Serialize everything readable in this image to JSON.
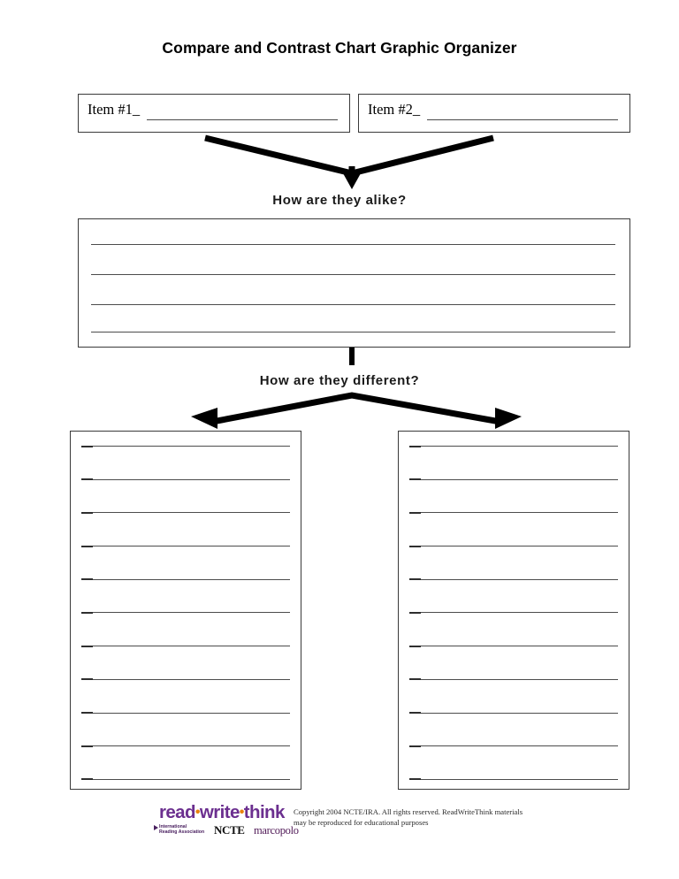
{
  "document": {
    "title": "Compare and Contrast Chart Graphic Organizer"
  },
  "items": [
    {
      "label": "Item #1_",
      "name": "item-1"
    },
    {
      "label": "Item #2_",
      "name": "item-2"
    }
  ],
  "questions": {
    "alike": "How are they alike?",
    "different": "How are they different?"
  },
  "alike_box": {
    "line_count": 4,
    "lines": [
      "",
      "",
      "",
      ""
    ]
  },
  "different_boxes": [
    {
      "name": "differences-left",
      "line_count": 11,
      "lines": [
        "",
        "",
        "",
        "",
        "",
        "",
        "",
        "",
        "",
        "",
        ""
      ]
    },
    {
      "name": "differences-right",
      "line_count": 11,
      "lines": [
        "",
        "",
        "",
        "",
        "",
        "",
        "",
        "",
        "",
        "",
        ""
      ]
    }
  ],
  "footer": {
    "logo": {
      "read": "read",
      "write": "write",
      "think": "think",
      "separator": "•",
      "ira": "International\nReading Association",
      "ncte": "NCTE",
      "marcopolo": "marcopolo"
    },
    "copyright": "Copyright 2004 NCTE/IRA. All rights reserved.  ReadWriteThink materials may be reproduced for educational purposes"
  },
  "colors": {
    "brand_purple": "#6b2f8f",
    "brand_orange": "#e8820c",
    "ink": "#000000",
    "rule": "#4c4c4c",
    "border": "#3a3a3a",
    "page": "#ffffff"
  }
}
